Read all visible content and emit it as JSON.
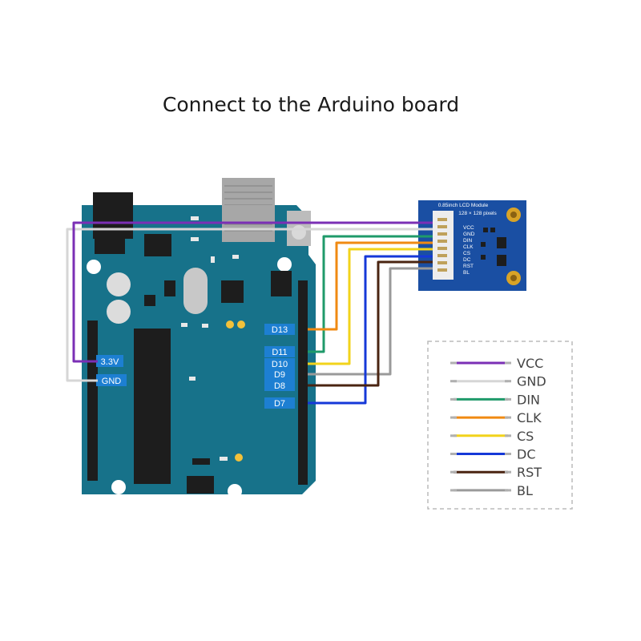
{
  "title": "Connect to the Arduino board",
  "board": {
    "power_pins": [
      "3.3V",
      "GND"
    ],
    "digital_pins": [
      "D13",
      "D11",
      "D10",
      "D9",
      "D8",
      "D7"
    ]
  },
  "lcd_module": {
    "title": "0.85inch LCD Module",
    "resolution": "128 × 128 pixels",
    "pins": [
      "VCC",
      "GND",
      "DIN",
      "CLK",
      "CS",
      "DC",
      "RST",
      "BL"
    ]
  },
  "legend": [
    {
      "label": "VCC",
      "color": "#7b2fb5"
    },
    {
      "label": "GND",
      "color": "#d6d6d6"
    },
    {
      "label": "DIN",
      "color": "#1f9a6a"
    },
    {
      "label": "CLK",
      "color": "#f08a12"
    },
    {
      "label": "CS",
      "color": "#f2d31b"
    },
    {
      "label": "DC",
      "color": "#1538d8"
    },
    {
      "label": "RST",
      "color": "#4a2411"
    },
    {
      "label": "BL",
      "color": "#9a9a9a"
    }
  ]
}
